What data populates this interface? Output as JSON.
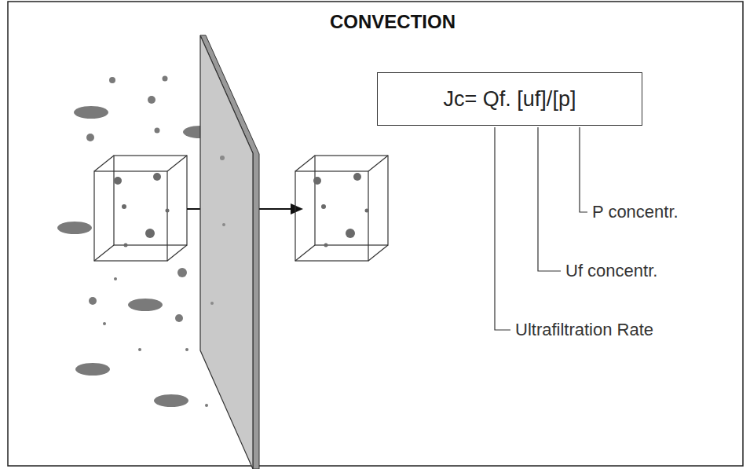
{
  "diagram": {
    "title": "CONVECTION",
    "nodes": [
      {
        "text": [
          "Jc= Qf. [uf]/[p]"
        ]
      }
    ],
    "labels": [
      "P concentr.",
      "Uf concentr.",
      "Ultrafiltration Rate"
    ]
  }
}
